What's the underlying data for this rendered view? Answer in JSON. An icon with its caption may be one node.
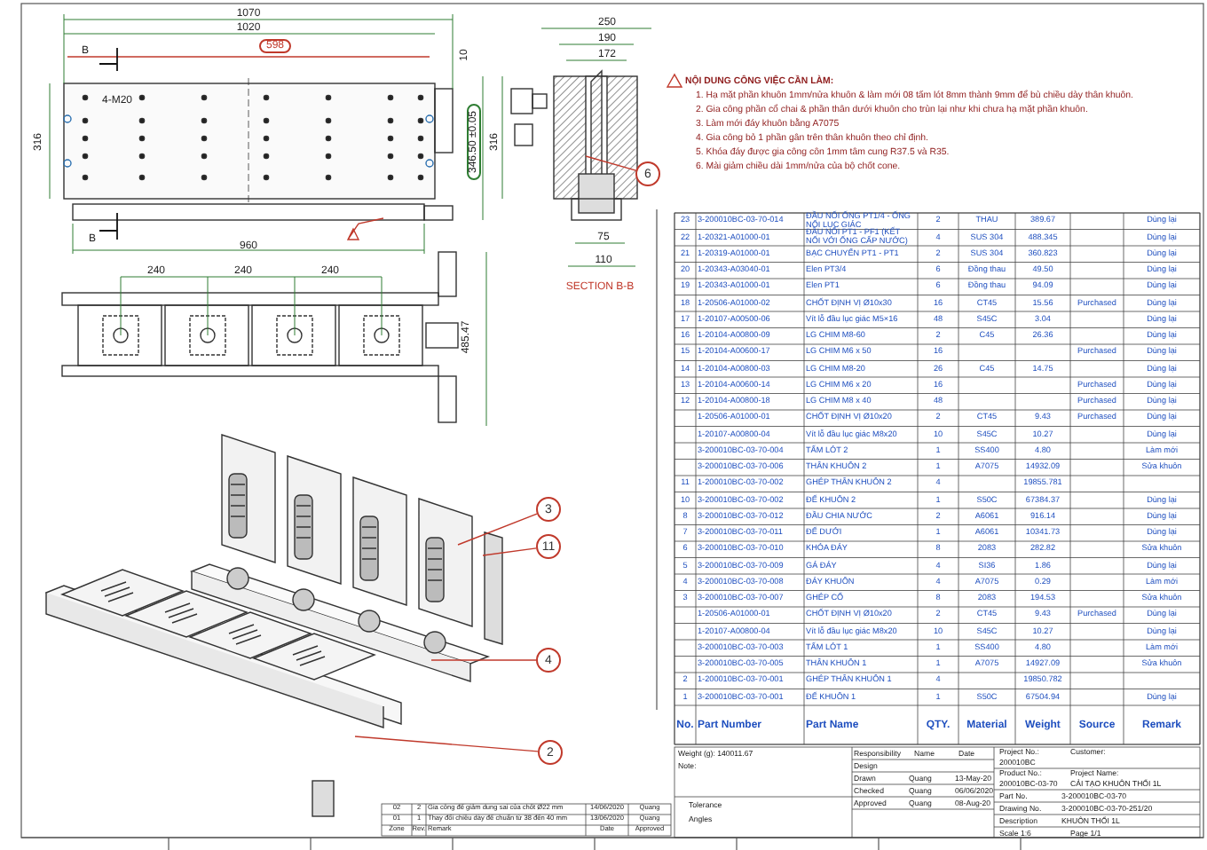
{
  "diagram": {
    "nodes": [
      {
        "text": [
          "6"
        ]
      },
      {
        "text": [
          "3"
        ]
      },
      {
        "text": [
          "11"
        ]
      },
      {
        "text": [
          "4"
        ]
      },
      {
        "text": [
          "2"
        ]
      }
    ],
    "edges": [
      {
        "from": 0,
        "to": null,
        "arrow": "none"
      },
      {
        "from": 1,
        "to": null,
        "arrow": "none"
      },
      {
        "from": 2,
        "to": null,
        "arrow": "none"
      },
      {
        "from": 3,
        "to": null,
        "arrow": "none"
      },
      {
        "from": 4,
        "to": null,
        "arrow": "none"
      }
    ],
    "labels": [
      "1070",
      "1020",
      "598",
      "B",
      "10",
      "4-M20",
      "316",
      "346.50 ±0.05",
      "316",
      "250",
      "190",
      "172",
      "B",
      "960",
      "75",
      "110",
      "SECTION B-B",
      "240",
      "240",
      "240",
      "485.47",
      "NỘI DUNG CÔNG VIỆC CẦN LÀM:",
      "1. Hạ mặt phần khuôn 1mm/nửa khuôn & làm mới 08 tấm lót 8mm thành 9mm để bù chiều dày thân khuôn.",
      "2. Gia công phần cổ chai & phần thân dưới khuôn cho trùn lại như khi chưa hạ mặt phần khuôn.",
      "3. Làm mới đáy khuôn bằng A7075",
      "4. Gia công bỏ 1 phần gân trên thân khuôn theo chỉ định.",
      "5. Khóa đáy được gia công côn 1mm tâm cung R37.5 và R35.",
      "6. Mài giảm chiều dài 1mm/nửa của bộ chốt cone.",
      "23",
      "3-200010BC-03-70-014",
      "ĐẦU NỐI ỐNG PT1/4 - ỐNG NỐI LỤC GIÁC",
      "2",
      "THAU",
      "389.67",
      "Dùng lại",
      "22",
      "1-20321-A01000-01",
      "ĐẦU NỐI PT1 - PF1 (KẾT NỐI VỚI ỐNG CẤP NƯỚC)",
      "4",
      "SUS 304",
      "488.345",
      "Dùng lại",
      "21",
      "1-20319-A01000-01",
      "BẠC CHUYỂN PT1 - PT1",
      "2",
      "SUS 304",
      "360.823",
      "Dùng lại",
      "20",
      "1-20343-A03040-01",
      "Elen PT3/4",
      "6",
      "Đồng thau",
      "49.50",
      "Dùng lại",
      "19",
      "1-20343-A01000-01",
      "Elen PT1",
      "6",
      "Đồng thau",
      "94.09",
      "Dùng lại",
      "18",
      "1-20506-A01000-02",
      "CHỐT ĐỊNH VỊ Ø10x30",
      "16",
      "CT45",
      "15.56",
      "Purchased",
      "Dùng lại",
      "17",
      "1-20107-A00500-06",
      "Vít lỗ đầu lục giác M5×16",
      "48",
      "S45C",
      "3.04",
      "Dùng lại",
      "16",
      "1-20104-A00800-09",
      "LG CHIM M8-60",
      "2",
      "C45",
      "26.36",
      "Dùng lại",
      "15",
      "1-20104-A00600-17",
      "LG CHIM M6 x 50",
      "16",
      "Purchased",
      "Dùng lại",
      "14",
      "1-20104-A00800-03",
      "LG CHIM M8-20",
      "26",
      "C45",
      "14.75",
      "Dùng lại",
      "13",
      "1-20104-A00600-14",
      "LG CHIM M6 x 20",
      "16",
      "Purchased",
      "Dùng lại",
      "12",
      "1-20104-A00800-18",
      "LG CHIM M8 x 40",
      "48",
      "Purchased",
      "Dùng lại",
      "1-20506-A01000-01",
      "CHỐT ĐỊNH VỊ Ø10x20",
      "2",
      "CT45",
      "9.43",
      "Purchased",
      "Dùng lại",
      "1-20107-A00800-04",
      "Vít lỗ đầu lục giác M8x20",
      "10",
      "S45C",
      "10.27",
      "Dùng lại",
      "3-200010BC-03-70-004",
      "TẤM LÓT 2",
      "1",
      "SS400",
      "4.80",
      "Làm mới",
      "3-200010BC-03-70-006",
      "THÂN KHUÔN 2",
      "1",
      "A7075",
      "14932.09",
      "Sửa khuôn",
      "11",
      "1-200010BC-03-70-002",
      "GHÉP THÂN KHUÔN 2",
      "4",
      "19855.781",
      "10",
      "3-200010BC-03-70-002",
      "ĐẾ KHUÔN 2",
      "1",
      "S50C",
      "67384.37",
      "Dùng lại",
      "8",
      "3-200010BC-03-70-012",
      "ĐẦU CHIA NƯỚC",
      "2",
      "A6061",
      "916.14",
      "Dùng lại",
      "7",
      "3-200010BC-03-70-011",
      "ĐẾ DƯỚI",
      "1",
      "A6061",
      "10341.73",
      "Dùng lại",
      "6",
      "3-200010BC-03-70-010",
      "KHÓA ĐÁY",
      "8",
      "2083",
      "282.82",
      "Sửa khuôn",
      "5",
      "3-200010BC-03-70-009",
      "GÁ ĐÁY",
      "4",
      "SI36",
      "1.86",
      "Dùng lại",
      "4",
      "3-200010BC-03-70-008",
      "ĐÁY KHUÔN",
      "4",
      "A7075",
      "0.29",
      "Làm mới",
      "3",
      "3-200010BC-03-70-007",
      "GHÉP CỔ",
      "8",
      "2083",
      "194.53",
      "Sửa khuôn",
      "1-20506-A01000-01",
      "CHỐT ĐỊNH VỊ Ø10x20",
      "2",
      "CT45",
      "9.43",
      "Purchased",
      "Dùng lại",
      "1-20107-A00800-04",
      "Vít lỗ đầu lục giác M8x20",
      "10",
      "S45C",
      "10.27",
      "Dùng lại",
      "3-200010BC-03-70-003",
      "TẤM LÓT 1",
      "1",
      "SS400",
      "4.80",
      "Làm mới",
      "3-200010BC-03-70-005",
      "THÂN KHUÔN 1",
      "1",
      "A7075",
      "14927.09",
      "Sửa khuôn",
      "2",
      "1-200010BC-03-70-001",
      "GHÉP THÂN KHUÔN 1",
      "4",
      "19850.782",
      "1",
      "3-200010BC-03-70-001",
      "ĐẾ KHUÔN 1",
      "1",
      "S50C",
      "67504.94",
      "Dùng lại",
      "No.",
      "Part Number",
      "Part Name",
      "QTY.",
      "Material",
      "Weight",
      "Source",
      "Remark",
      "Weight (g): 140011.67",
      "Note:",
      "Tolerance",
      "Angles",
      "Responsibility",
      "Name",
      "Date",
      "Design",
      "Drawn",
      "Quang",
      "13-May-20",
      "Checked",
      "Quang",
      "06/06/2020",
      "Approved",
      "Quang",
      "08-Aug-20",
      "Project No.:",
      "200010BC",
      "Customer:",
      "Product No.:",
      "200010BC-03-70",
      "Project Name:",
      "CẢI TẠO KHUÔN THỔI 1L",
      "Part No.",
      "3-200010BC-03-70",
      "Drawing No.",
      "3-200010BC-03-70-251/20",
      "Description",
      "KHUÔN THỔI 1L",
      "Scale 1:6",
      "Page 1/1",
      "02",
      "2",
      "Gia công đế giảm dung sai của chốt Ø22 mm",
      "14/06/2020",
      "Quang",
      "01",
      "1",
      "Thay đổi chiều dày đế chuẩn từ 38 đến 40 mm",
      "13/06/2020",
      "Quang",
      "Zone",
      "Rev.",
      "Remark",
      "Date",
      "Approved"
    ]
  }
}
